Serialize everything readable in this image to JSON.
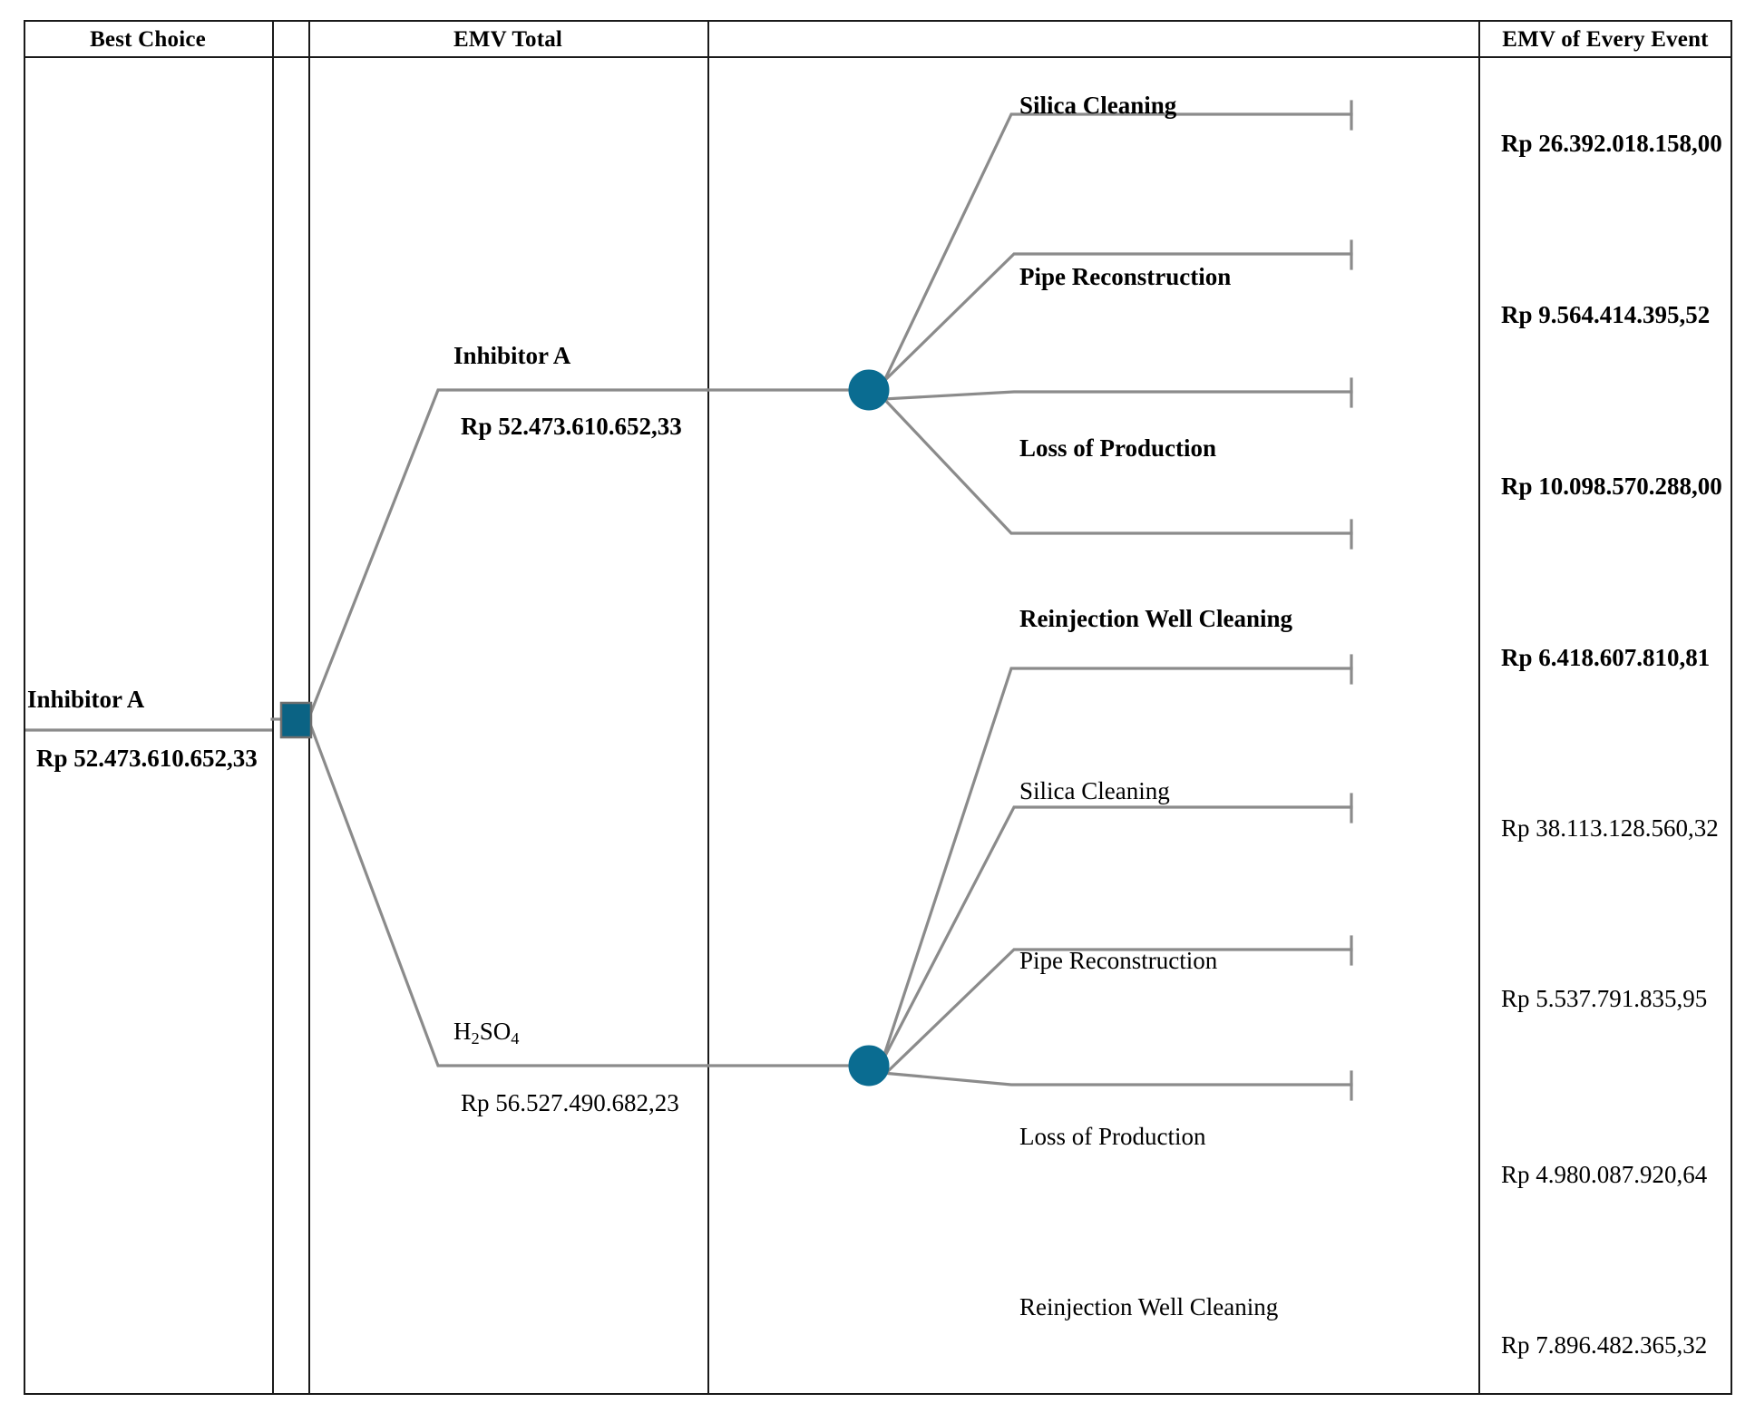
{
  "columns": {
    "best_choice": "Best Choice",
    "emv_total": "EMV Total",
    "spacer": "",
    "emv_event": "EMV of Every Event"
  },
  "best_choice": {
    "name": "Inhibitor A",
    "value": "Rp 52.473.610.652,33"
  },
  "nodes": {
    "decision_color": "#0b6384",
    "chance_color": "#0a6c91"
  },
  "branches": [
    {
      "name": "Inhibitor A",
      "value": "Rp 52.473.610.652,33",
      "bold": true,
      "outcomes": [
        {
          "label": "Silica Cleaning",
          "emv": "Rp 26.392.018.158,00"
        },
        {
          "label": "Pipe Reconstruction",
          "emv": "Rp   9.564.414.395,52"
        },
        {
          "label": "Loss of Production",
          "emv": "Rp 10.098.570.288,00"
        },
        {
          "label": "Reinjection Well Cleaning",
          "emv": "Rp   6.418.607.810,81"
        }
      ]
    },
    {
      "name": "H2SO4",
      "name_html": "H<sub>2</sub>SO<sub>4</sub>",
      "value": "Rp  56.527.490.682,23",
      "bold": false,
      "outcomes": [
        {
          "label": "Silica Cleaning",
          "emv": "Rp 38.113.128.560,32"
        },
        {
          "label": "Pipe Reconstruction",
          "emv": "Rp   5.537.791.835,95"
        },
        {
          "label": "Loss of Production",
          "emv": "Rp   4.980.087.920,64"
        },
        {
          "label": "Reinjection Well Cleaning",
          "emv": "Rp   7.896.482.365,32"
        }
      ]
    }
  ],
  "chart_data": {
    "type": "table",
    "title": "Decision Tree - EMV Analysis",
    "categories": [
      "Silica Cleaning",
      "Pipe Reconstruction",
      "Loss of Production",
      "Reinjection Well Cleaning"
    ],
    "series": [
      {
        "name": "Inhibitor A",
        "total": 52473610652.33,
        "values": [
          26392018158.0,
          9564414395.52,
          10098570288.0,
          6418607810.81
        ]
      },
      {
        "name": "H2SO4",
        "total": 56527490682.23,
        "values": [
          38113128560.32,
          5537791835.95,
          4980087920.64,
          7896482365.32
        ]
      }
    ],
    "best_choice": "Inhibitor A",
    "currency": "Rp",
    "xlabel": "",
    "ylabel": "EMV"
  }
}
